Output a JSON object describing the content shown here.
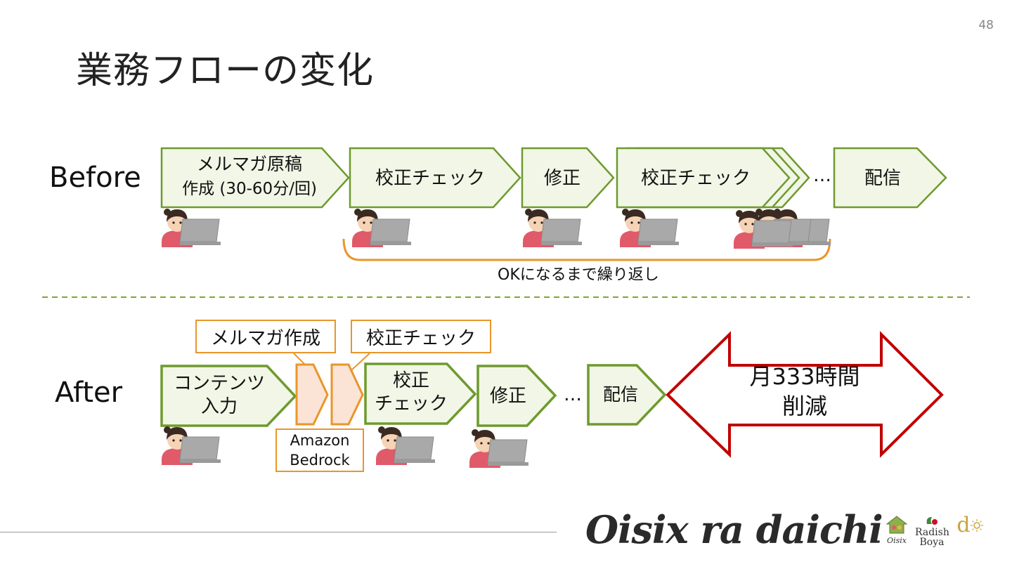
{
  "page_number": "48",
  "title": "業務フローの変化",
  "before": {
    "label": "Before",
    "steps": [
      {
        "line1": "メルマガ原稿",
        "line2": "作成 (30-60分/回)"
      },
      {
        "line1": "校正チェック"
      },
      {
        "line1": "修正"
      },
      {
        "line1": "校正チェック"
      },
      {
        "line1": "配信"
      }
    ],
    "ellipsis": "…",
    "loop_label": "OKになるまで繰り返し"
  },
  "after": {
    "label": "After",
    "steps": [
      {
        "line1": "コンテンツ",
        "line2": "入力"
      },
      {
        "line1": "校正",
        "line2": "チェック"
      },
      {
        "line1": "修正"
      },
      {
        "line1": "配信"
      }
    ],
    "ellipsis": "…",
    "callouts": {
      "create": "メルマガ作成",
      "check": "校正チェック",
      "bedrock_line1": "Amazon",
      "bedrock_line2": "Bedrock"
    },
    "result_line1": "月333時間",
    "result_line2": "削減"
  },
  "footer": {
    "logo": "Oisix ra daichi",
    "brand1": "Oisix",
    "brand2_line1": "Radish",
    "brand2_line2": "Boya",
    "brand3": "d"
  },
  "colors": {
    "step_fill": "#F1F6E6",
    "step_stroke_before": "#6E9A2E",
    "step_stroke_after": "#6E9A2E",
    "ai_fill": "#FBE3D6",
    "ai_stroke": "#E8962A",
    "loop_bracket": "#E8962A",
    "divider": "#7FA63A",
    "result_arrow": "#C00000"
  }
}
